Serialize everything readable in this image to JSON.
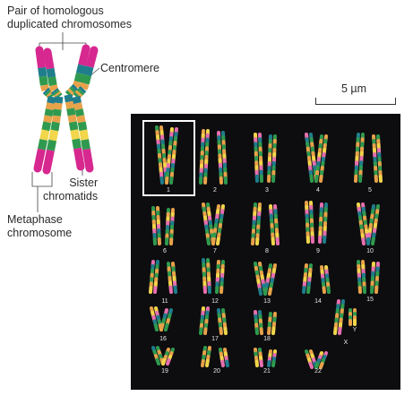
{
  "labels": {
    "pair_line1": "Pair of homologous",
    "pair_line2": "duplicated chromosomes",
    "centromere": "Centromere",
    "sister_line1": "Sister",
    "sister_line2": "chromatids",
    "metaphase_line1": "Metaphase",
    "metaphase_line2": "chromosome",
    "scale": "5 µm"
  },
  "karyotype": {
    "numbers": [
      "1",
      "2",
      "3",
      "4",
      "5",
      "6",
      "7",
      "8",
      "9",
      "10",
      "11",
      "12",
      "13",
      "14",
      "15",
      "16",
      "17",
      "18",
      "19",
      "20",
      "21",
      "22"
    ],
    "sex_labels": [
      "X",
      "Y"
    ]
  },
  "colors": {
    "telomere": "#d6288f",
    "band_green": "#2f9a4f",
    "band_teal": "#1f7d8c",
    "band_orange": "#e8a24a",
    "band_yellow": "#f2d64b",
    "band_pink": "#e86fb0",
    "background_panel": "#0d0d0f"
  }
}
